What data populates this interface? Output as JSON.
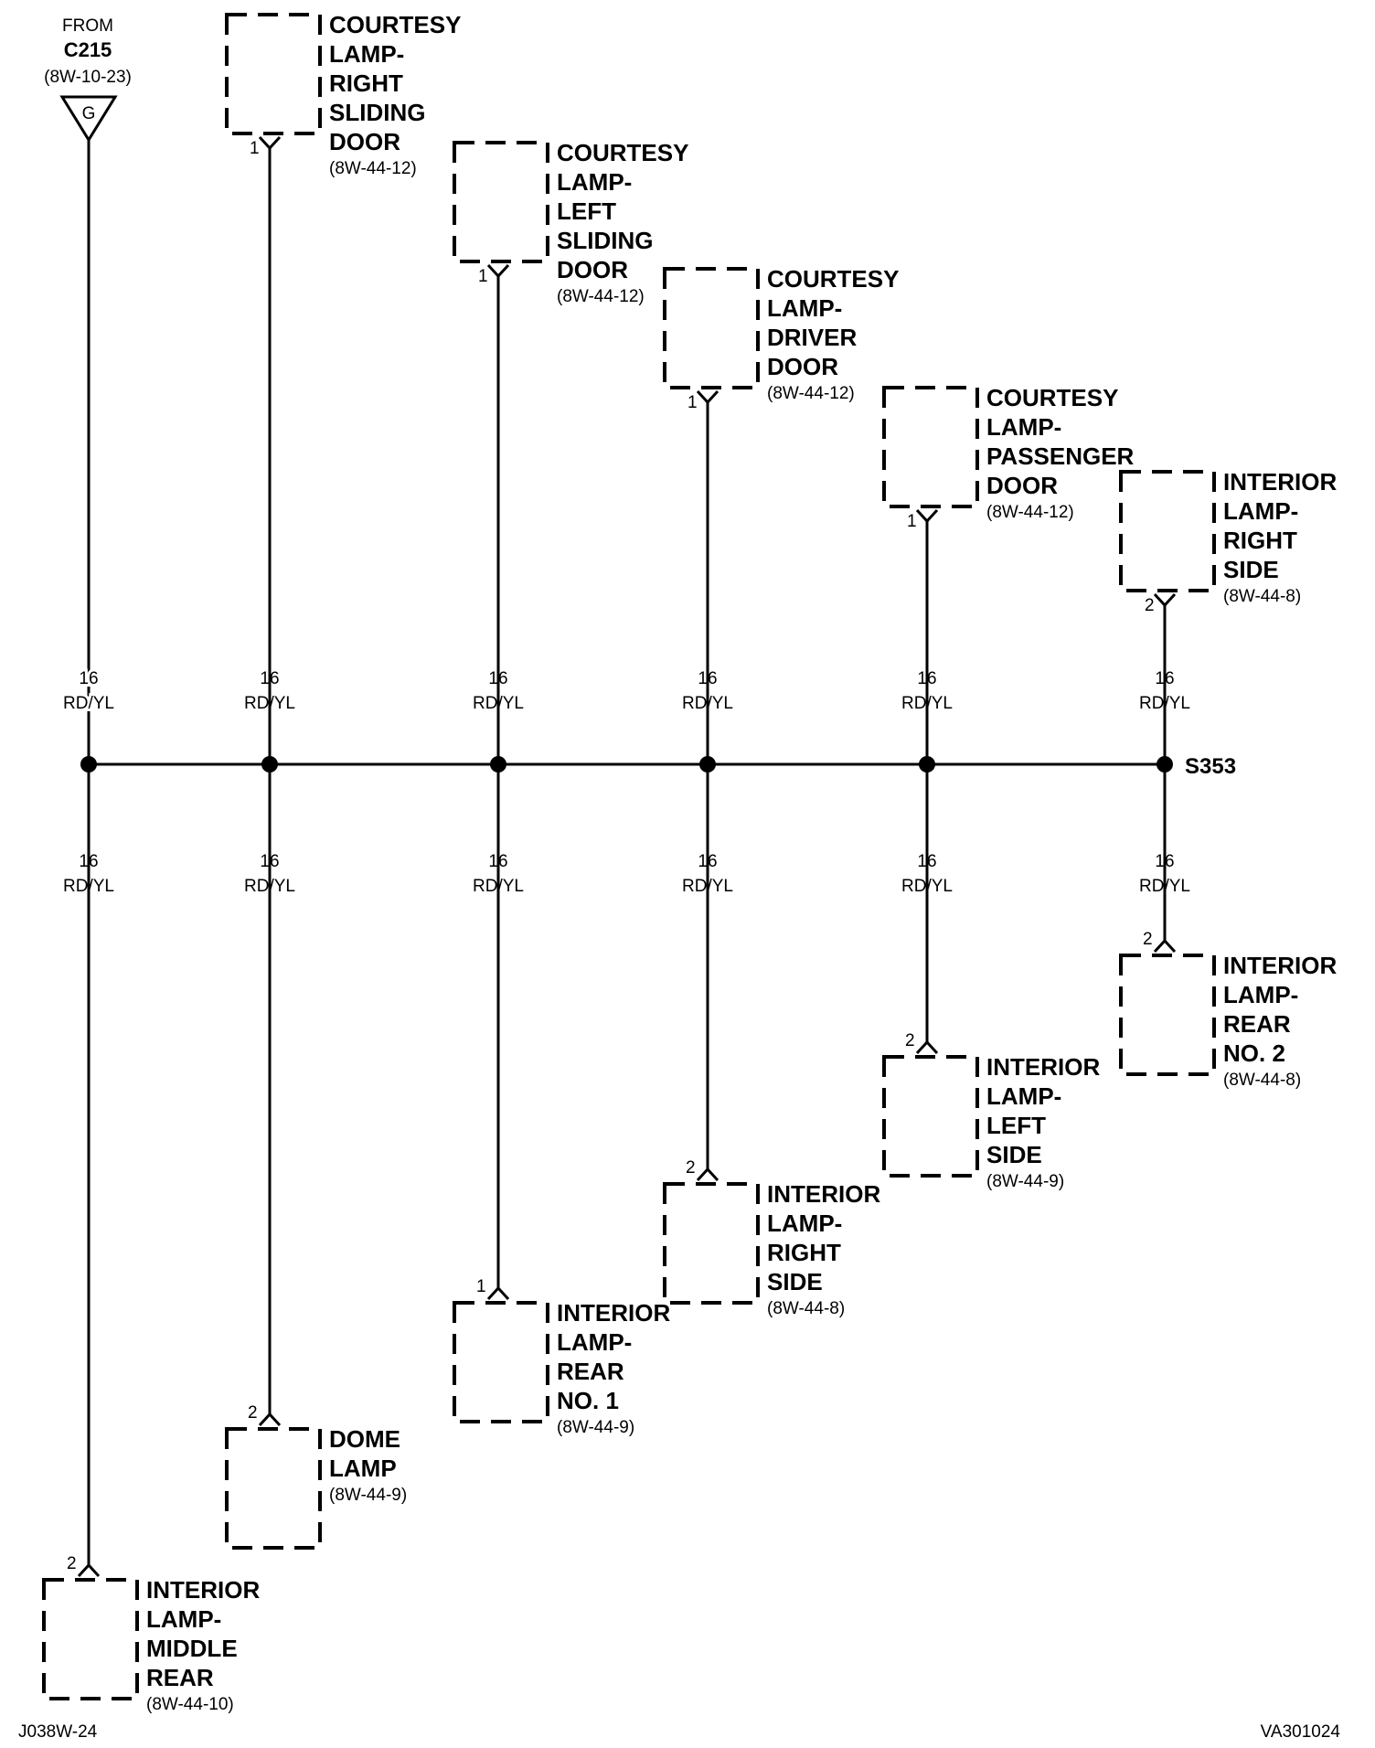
{
  "source": {
    "from_label": "FROM",
    "connector": "C215",
    "ref": "(8W-10-23)",
    "terminal": "G"
  },
  "splice": {
    "label": "S353"
  },
  "wires": {
    "upper": [
      {
        "gauge": "16",
        "color": "RD/YL"
      },
      {
        "gauge": "16",
        "color": "RD/YL"
      },
      {
        "gauge": "16",
        "color": "RD/YL"
      },
      {
        "gauge": "16",
        "color": "RD/YL"
      },
      {
        "gauge": "16",
        "color": "RD/YL"
      },
      {
        "gauge": "16",
        "color": "RD/YL"
      }
    ],
    "lower": [
      {
        "gauge": "16",
        "color": "RD/YL"
      },
      {
        "gauge": "16",
        "color": "RD/YL"
      },
      {
        "gauge": "16",
        "color": "RD/YL"
      },
      {
        "gauge": "16",
        "color": "RD/YL"
      },
      {
        "gauge": "16",
        "color": "RD/YL"
      },
      {
        "gauge": "16",
        "color": "RD/YL"
      }
    ]
  },
  "top_components": [
    {
      "pin": "1",
      "lines": [
        "COURTESY",
        "LAMP-",
        "RIGHT",
        "SLIDING",
        "DOOR"
      ],
      "ref": "(8W-44-12)"
    },
    {
      "pin": "1",
      "lines": [
        "COURTESY",
        "LAMP-",
        "LEFT",
        "SLIDING",
        "DOOR"
      ],
      "ref": "(8W-44-12)"
    },
    {
      "pin": "1",
      "lines": [
        "COURTESY",
        "LAMP-",
        "DRIVER",
        "DOOR"
      ],
      "ref": "(8W-44-12)"
    },
    {
      "pin": "1",
      "lines": [
        "COURTESY",
        "LAMP-",
        "PASSENGER",
        "DOOR"
      ],
      "ref": "(8W-44-12)"
    },
    {
      "pin": "2",
      "lines": [
        "INTERIOR",
        "LAMP-",
        "RIGHT",
        "SIDE"
      ],
      "ref": "(8W-44-8)"
    }
  ],
  "bottom_components": [
    {
      "pin": "2",
      "lines": [
        "INTERIOR",
        "LAMP-",
        "MIDDLE",
        "REAR"
      ],
      "ref": "(8W-44-10)"
    },
    {
      "pin": "2",
      "lines": [
        "DOME",
        "LAMP"
      ],
      "ref": "(8W-44-9)"
    },
    {
      "pin": "1",
      "lines": [
        "INTERIOR",
        "LAMP-",
        "REAR",
        "NO. 1"
      ],
      "ref": "(8W-44-9)"
    },
    {
      "pin": "2",
      "lines": [
        "INTERIOR",
        "LAMP-",
        "RIGHT",
        "SIDE"
      ],
      "ref": "(8W-44-8)"
    },
    {
      "pin": "2",
      "lines": [
        "INTERIOR",
        "LAMP-",
        "LEFT",
        "SIDE"
      ],
      "ref": "(8W-44-9)"
    },
    {
      "pin": "2",
      "lines": [
        "INTERIOR",
        "LAMP-",
        "REAR",
        "NO. 2"
      ],
      "ref": "(8W-44-8)"
    }
  ],
  "footer": {
    "left": "J038W-24",
    "right": "VA301024"
  }
}
